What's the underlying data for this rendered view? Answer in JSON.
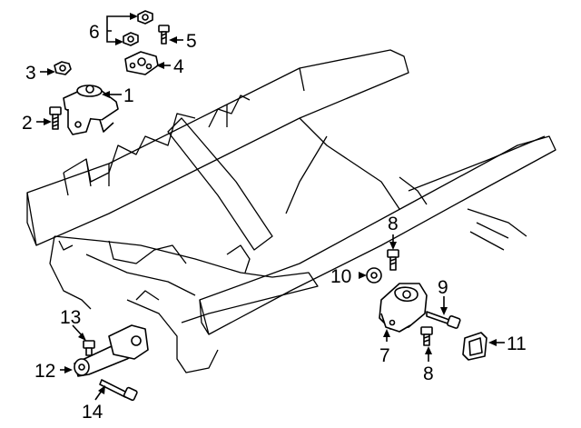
{
  "diagram": {
    "callouts": [
      {
        "key": "1",
        "text": "1"
      },
      {
        "key": "2",
        "text": "2"
      },
      {
        "key": "3",
        "text": "3"
      },
      {
        "key": "4",
        "text": "4"
      },
      {
        "key": "5",
        "text": "5"
      },
      {
        "key": "6",
        "text": "6"
      },
      {
        "key": "7",
        "text": "7"
      },
      {
        "key": "8a",
        "text": "8"
      },
      {
        "key": "8b",
        "text": "8"
      },
      {
        "key": "9",
        "text": "9"
      },
      {
        "key": "10",
        "text": "10"
      },
      {
        "key": "11",
        "text": "11"
      },
      {
        "key": "12",
        "text": "12"
      },
      {
        "key": "13",
        "text": "13"
      },
      {
        "key": "14",
        "text": "14"
      }
    ]
  }
}
